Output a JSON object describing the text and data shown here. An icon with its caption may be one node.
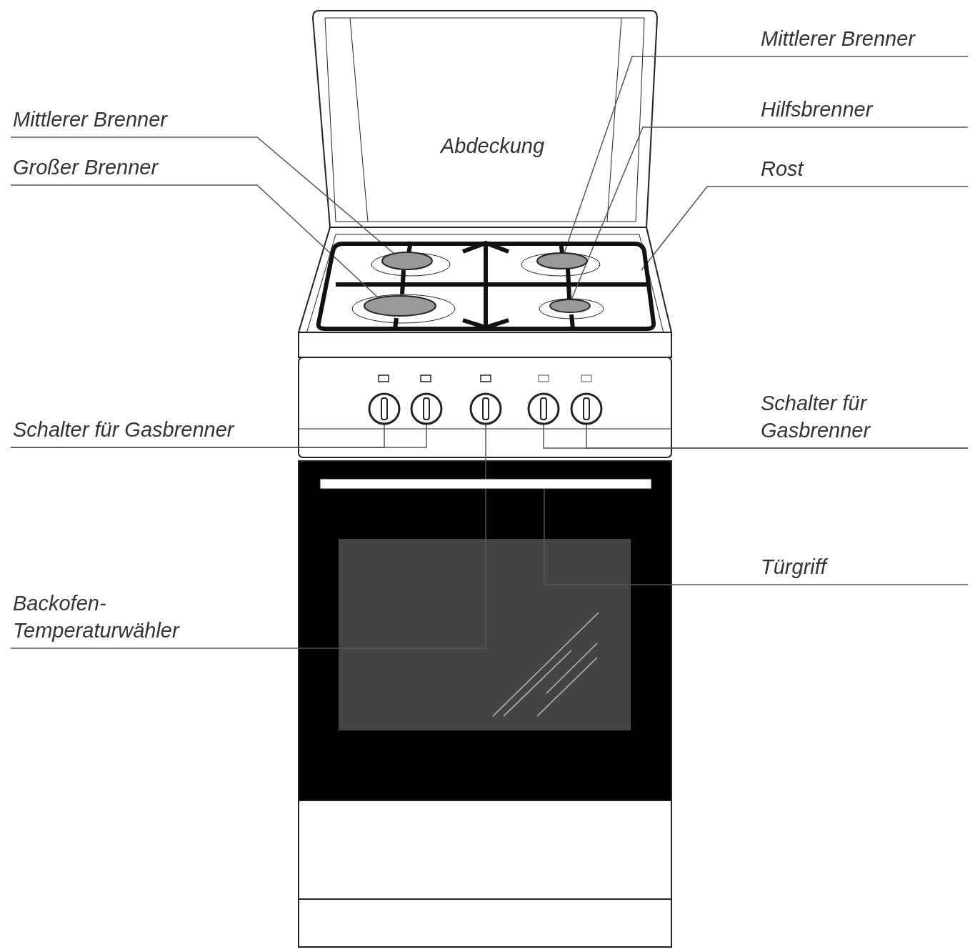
{
  "diagram": {
    "nodes": [
      {
        "text": [
          "Mittlerer Brenner"
        ]
      },
      {
        "text": [
          "Großer Brenner"
        ]
      },
      {
        "text": [
          "Abdeckung"
        ]
      },
      {
        "text": [
          "Mittlerer Brenner"
        ]
      },
      {
        "text": [
          "Hilfsbrenner"
        ]
      },
      {
        "text": [
          "Rost"
        ]
      },
      {
        "text": [
          "Schalter für Gasbrenner"
        ]
      },
      {
        "text": [
          "Schalter für Gasbrenner"
        ]
      },
      {
        "text": [
          "Türgriff"
        ]
      },
      {
        "text": [
          "Backofen- Temperaturwähler"
        ]
      },
      {
        "text": [],
        "shape": "circle",
        "in": 14
      },
      {
        "text": [],
        "shape": "circle",
        "in": 14
      },
      {
        "text": [],
        "shape": "circle",
        "in": 14
      },
      {
        "text": [],
        "shape": "circle",
        "in": 14
      },
      {
        "text": [],
        "shape": "box"
      },
      {
        "text": [],
        "shape": "circle"
      },
      {
        "text": [],
        "shape": "circle"
      },
      {
        "text": [],
        "shape": "circle"
      },
      {
        "text": [],
        "shape": "circle"
      },
      {
        "text": [],
        "shape": "circle"
      },
      {
        "text": [],
        "shape": "bar"
      }
    ],
    "edges": [
      {
        "from": 0,
        "to": 10,
        "arrow": "none"
      },
      {
        "from": 1,
        "to": 11,
        "arrow": "none"
      },
      {
        "from": 3,
        "to": 12,
        "arrow": "none"
      },
      {
        "from": 4,
        "to": 13,
        "arrow": "none"
      },
      {
        "from": 5,
        "to": 14,
        "arrow": "none"
      },
      {
        "from": 6,
        "to": 15,
        "arrow": "none"
      },
      {
        "from": 6,
        "to": 16,
        "arrow": "none"
      },
      {
        "from": 7,
        "to": 18,
        "arrow": "none"
      },
      {
        "from": 7,
        "to": 19,
        "arrow": "none"
      },
      {
        "from": 8,
        "to": 20,
        "arrow": "none"
      },
      {
        "from": 9,
        "to": 17,
        "arrow": "none"
      }
    ]
  }
}
